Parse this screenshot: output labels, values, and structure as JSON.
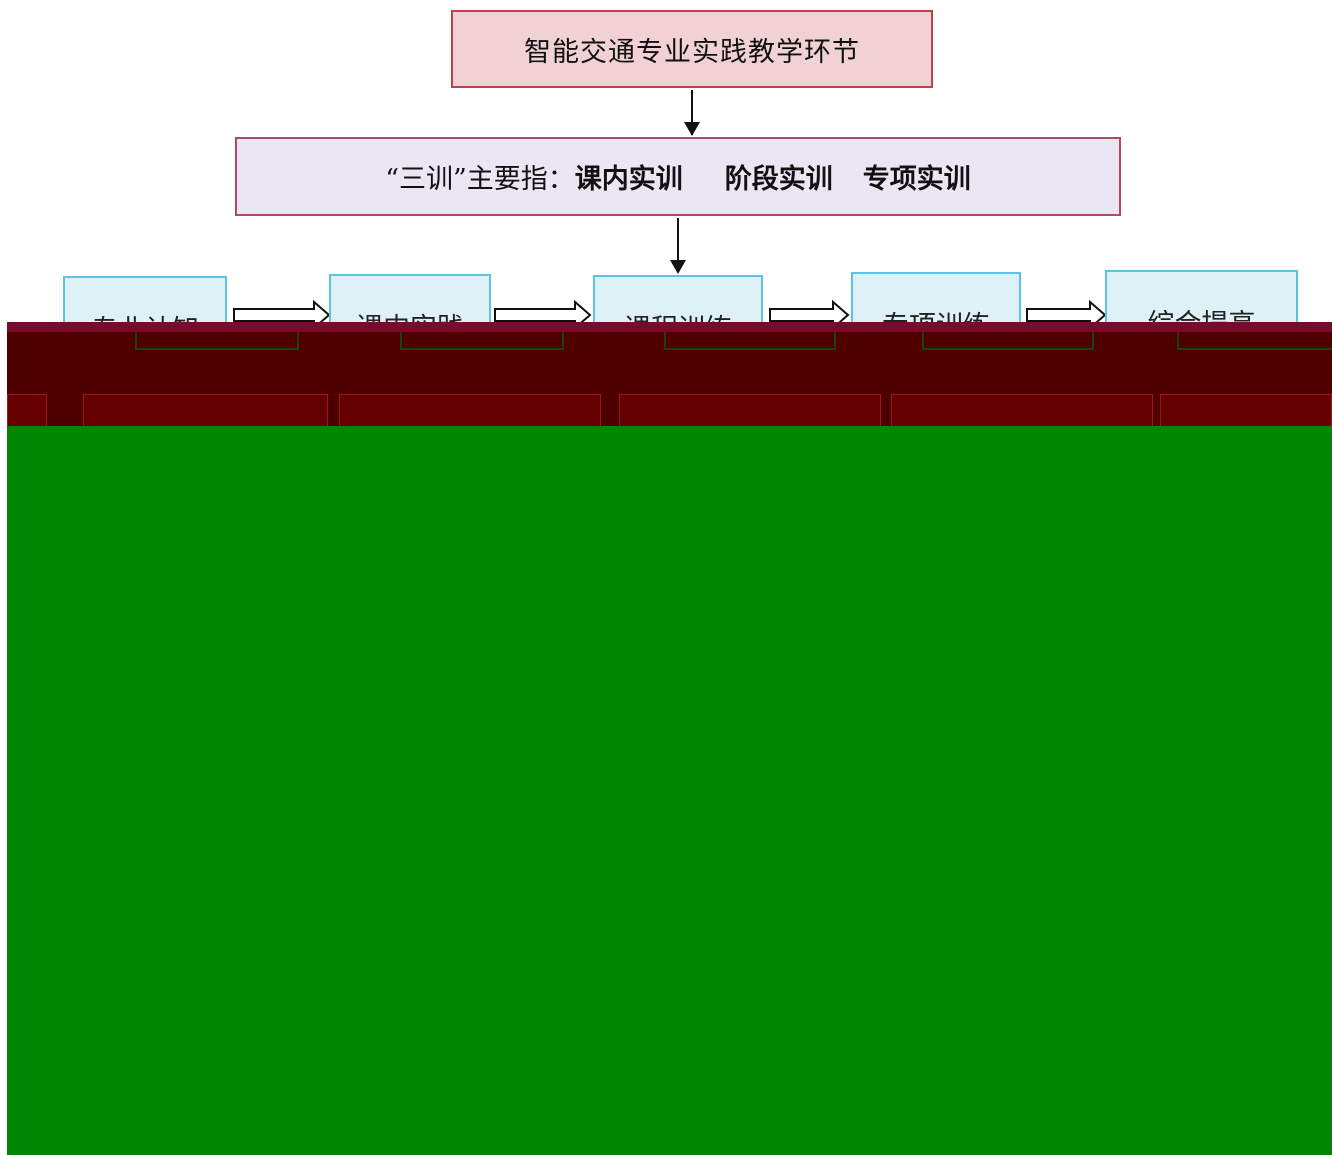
{
  "diagram": {
    "top_box": "智能交通专业实践教学环节",
    "second_box": {
      "prefix": "“三训”主要指：",
      "items": [
        "课内实训",
        "阶段实训",
        "专项实训"
      ]
    },
    "steps": [
      "专业认知",
      "课内实践",
      "课程训练",
      "专项训练",
      "综合提高"
    ]
  },
  "colors": {
    "top_box_fill": "#f2d1d4",
    "top_box_border": "#c0404c",
    "second_box_fill": "#ece6f4",
    "step_box_fill": "#def1f7",
    "step_box_border": "#5cc3e4",
    "overlay_maroon": "#4e0000",
    "overlay_green": "#008600"
  }
}
